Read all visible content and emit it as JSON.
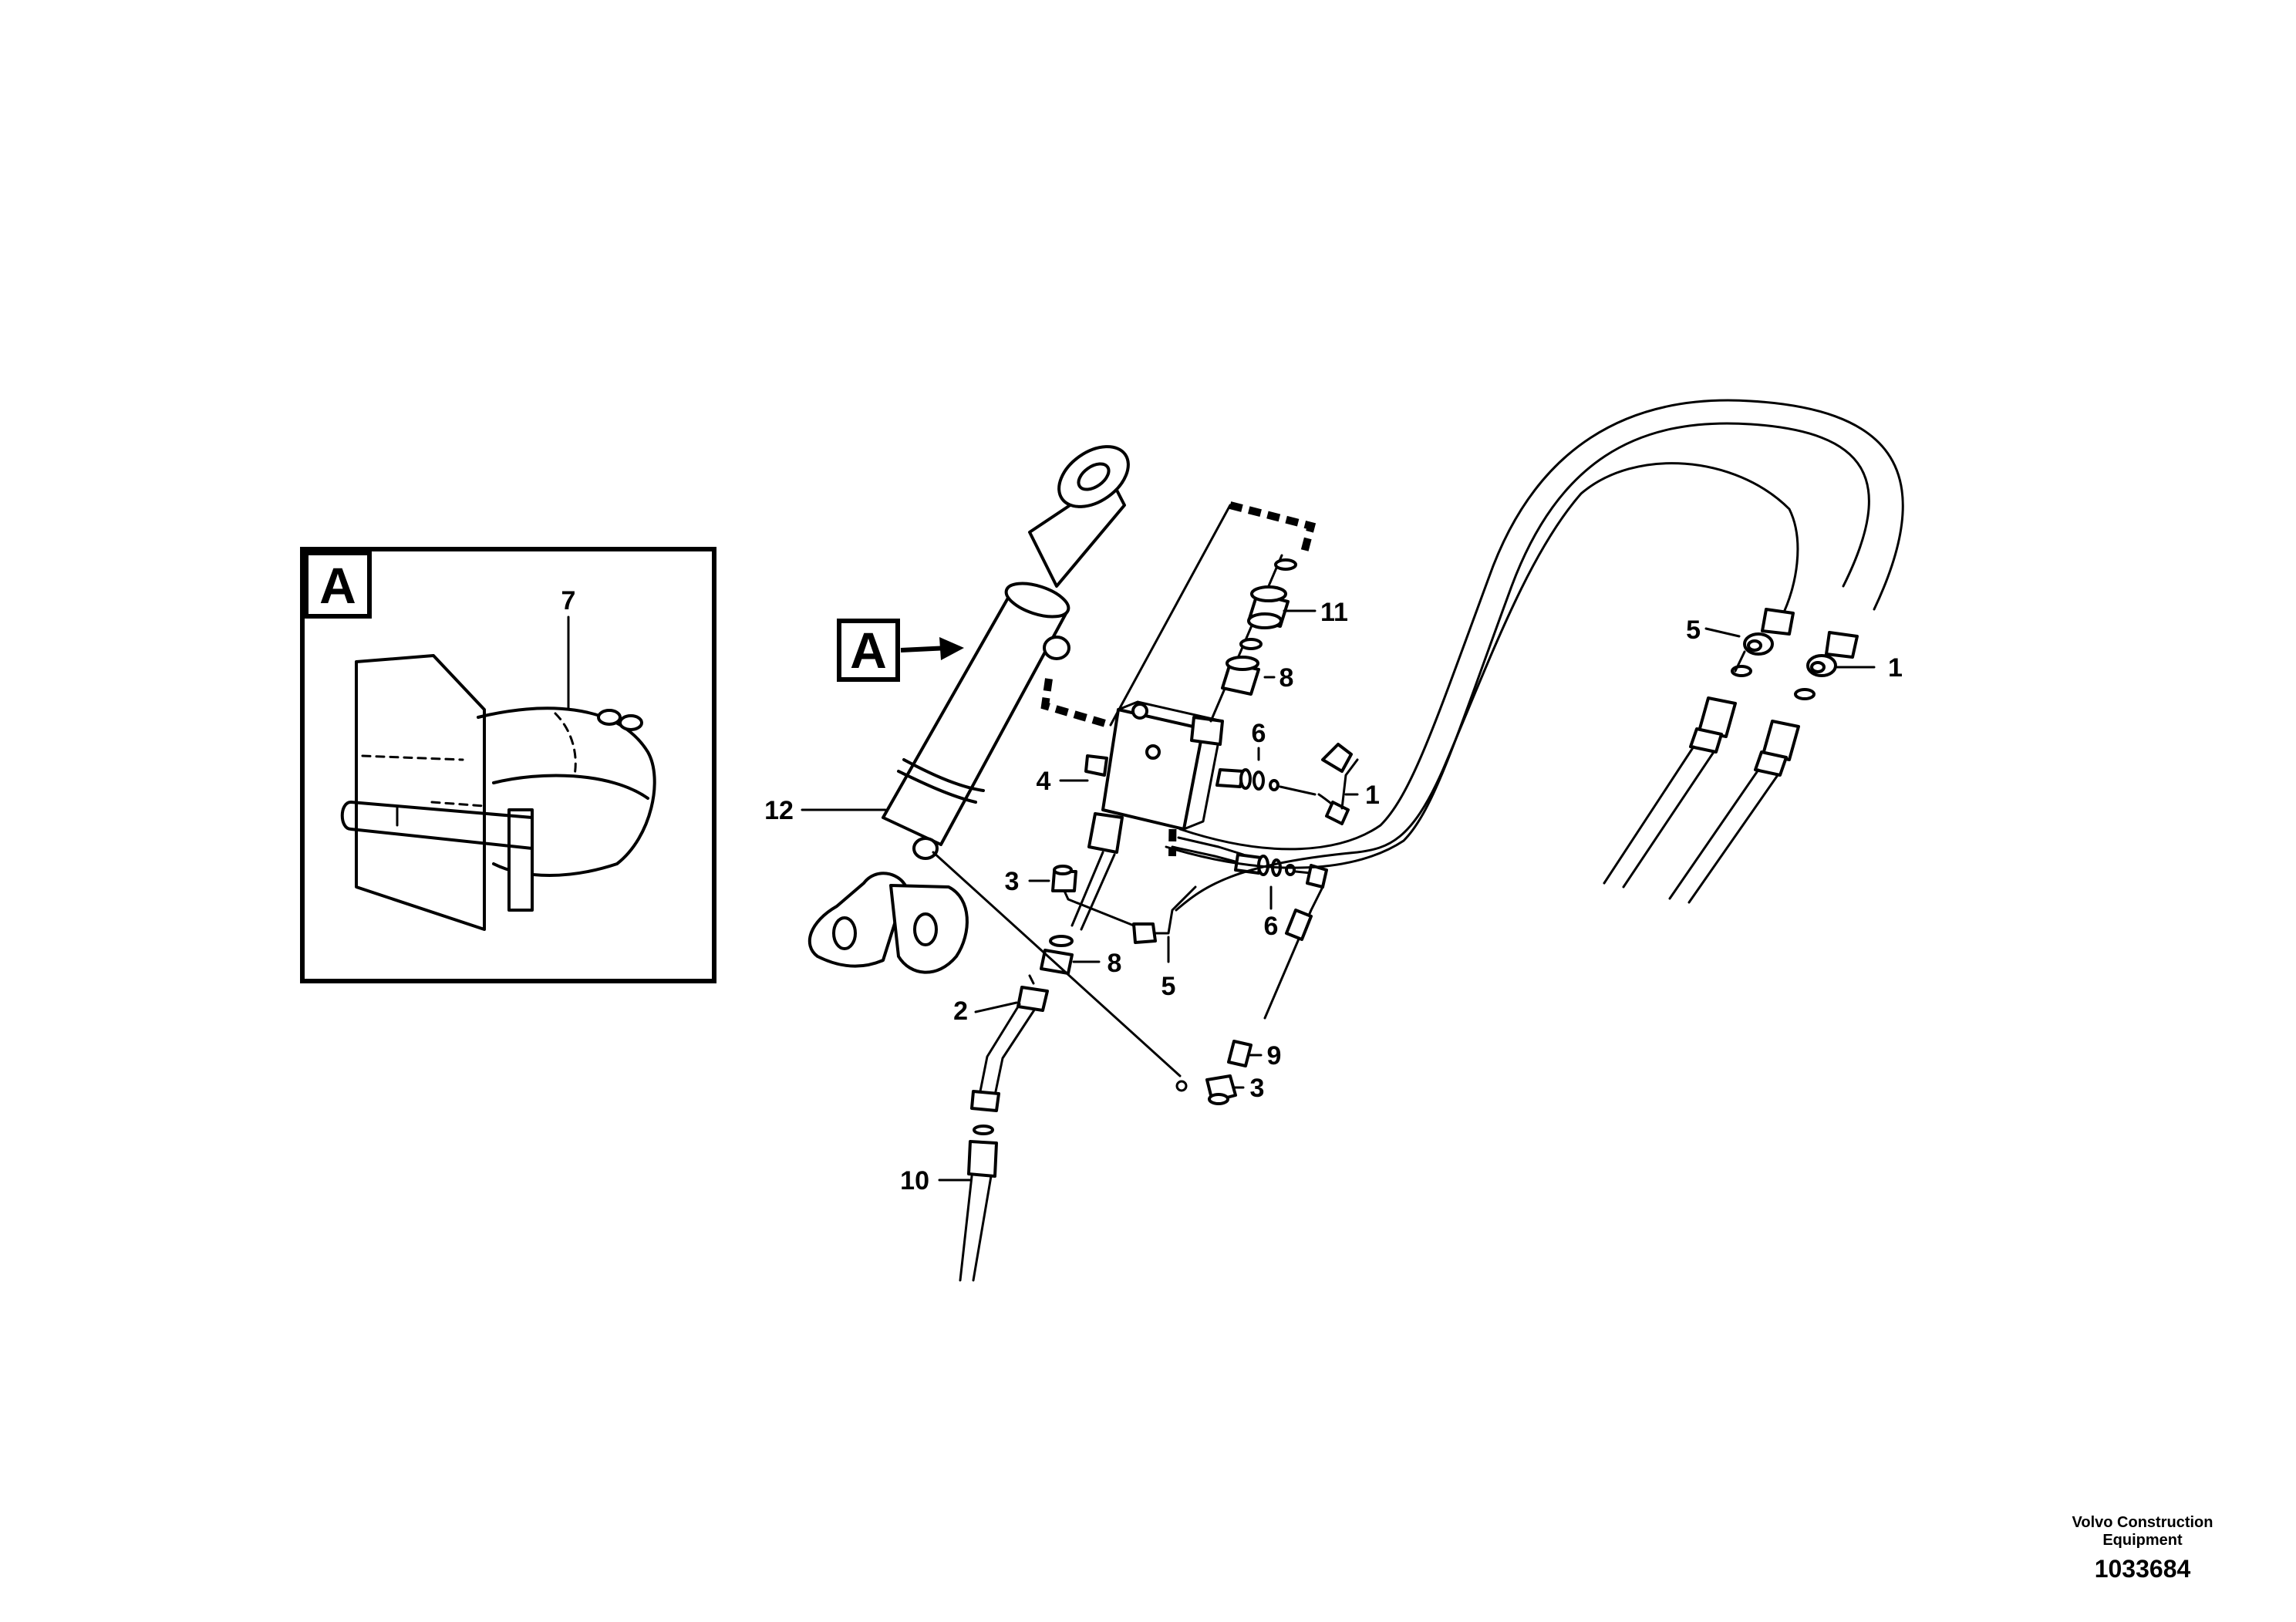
{
  "detail_view": {
    "label": "A"
  },
  "view_marker": {
    "label": "A"
  },
  "callouts": {
    "c1_upper": "1",
    "c1_right": "1",
    "c2": "2",
    "c3_upper": "3",
    "c3_lower": "3",
    "c4": "4",
    "c5_mid": "5",
    "c5_right": "5",
    "c6_upper": "6",
    "c6_lower": "6",
    "c7": "7",
    "c8_upper": "8",
    "c8_lower": "8",
    "c9": "9",
    "c10": "10",
    "c11": "11",
    "c12": "12"
  },
  "footer": {
    "company_line1": "Volvo Construction",
    "company_line2": "Equipment",
    "drawing_number": "1033684"
  }
}
